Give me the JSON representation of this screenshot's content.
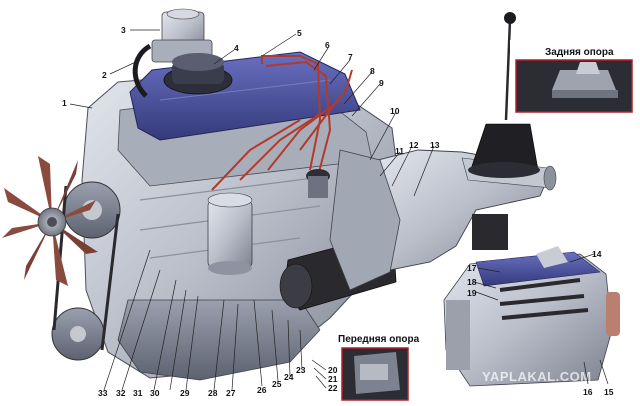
{
  "captions": {
    "rear_mount": "Задняя опора",
    "front_mount": "Передняя опора"
  },
  "callouts": [
    "1",
    "2",
    "3",
    "4",
    "5",
    "6",
    "7",
    "8",
    "9",
    "10",
    "11",
    "12",
    "13",
    "14",
    "15",
    "16",
    "17",
    "18",
    "19",
    "20",
    "21",
    "22",
    "23",
    "24",
    "25",
    "26",
    "27",
    "28",
    "29",
    "30",
    "31",
    "32",
    "33"
  ],
  "watermark": "YAPLAKAL.COM",
  "colors": {
    "background": "#ffffff",
    "engine_metal": "#b9bec9",
    "valve_cover": "#4a4f9a",
    "fan_blade": "#8a4a3e",
    "plug_wires": "#b33a2b",
    "dark_parts": "#2a2a2e",
    "inset_frame": "#b0202a"
  }
}
